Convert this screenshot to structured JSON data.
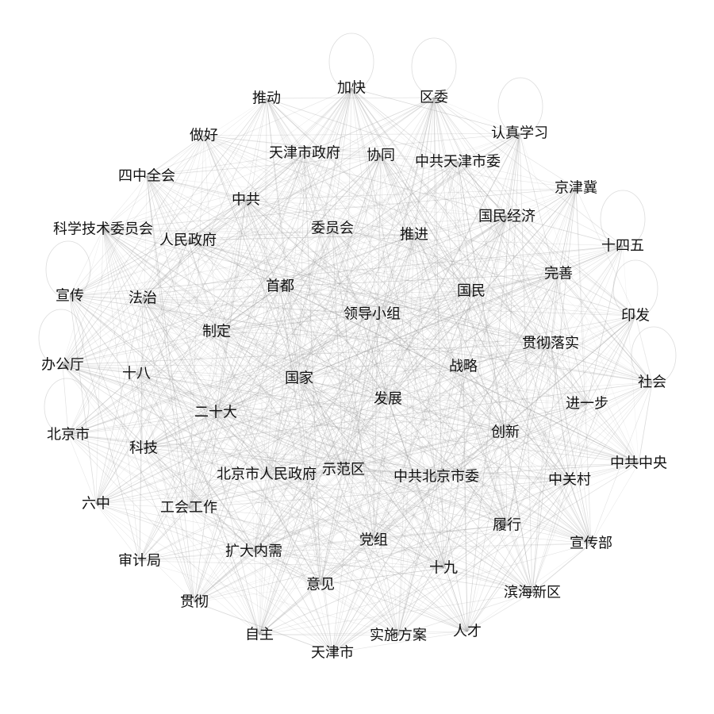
{
  "graph": {
    "edge_color": "#9a9a9a",
    "label_color": "#111111",
    "background": "#ffffff",
    "nodes": [
      {
        "id": "jiakuai",
        "label": "加快",
        "self_loop": true
      },
      {
        "id": "quwei",
        "label": "区委",
        "self_loop": true
      },
      {
        "id": "renzhenxuexi",
        "label": "认真学习",
        "self_loop": true
      },
      {
        "id": "tuidong",
        "label": "推动"
      },
      {
        "id": "zuohao",
        "label": "做好"
      },
      {
        "id": "tianjinshizhengfu",
        "label": "天津市政府"
      },
      {
        "id": "xietong",
        "label": "协同"
      },
      {
        "id": "zhonggongtianjinshiwei",
        "label": "中共天津市委"
      },
      {
        "id": "sizhongquanhui",
        "label": "四中全会"
      },
      {
        "id": "jingjinji",
        "label": "京津冀"
      },
      {
        "id": "zhonggong",
        "label": "中共"
      },
      {
        "id": "guominjingji",
        "label": "国民经济"
      },
      {
        "id": "kexuejishuweiyuanhui",
        "label": "科学技术委员会"
      },
      {
        "id": "weiyuanhui",
        "label": "委员会"
      },
      {
        "id": "tuijin",
        "label": "推进"
      },
      {
        "id": "renminzhengfu",
        "label": "人民政府"
      },
      {
        "id": "shisiwu",
        "label": "十四五",
        "self_loop": true
      },
      {
        "id": "wanshan",
        "label": "完善"
      },
      {
        "id": "xuanchuan",
        "label": "宣传",
        "self_loop": true
      },
      {
        "id": "fazhi",
        "label": "法治"
      },
      {
        "id": "shoudu",
        "label": "首都"
      },
      {
        "id": "guomin",
        "label": "国民"
      },
      {
        "id": "yinfa",
        "label": "印发",
        "self_loop": true
      },
      {
        "id": "lingdaoxiaozu",
        "label": "领导小组"
      },
      {
        "id": "zhiding",
        "label": "制定"
      },
      {
        "id": "guancheluoshi",
        "label": "贯彻落实"
      },
      {
        "id": "bangongting",
        "label": "办公厅",
        "self_loop": true
      },
      {
        "id": "shiba",
        "label": "十八"
      },
      {
        "id": "zhanlue",
        "label": "战略"
      },
      {
        "id": "shehui",
        "label": "社会",
        "self_loop": true
      },
      {
        "id": "guojia",
        "label": "国家"
      },
      {
        "id": "fazhan",
        "label": "发展"
      },
      {
        "id": "jinyibu",
        "label": "进一步"
      },
      {
        "id": "ershida",
        "label": "二十大"
      },
      {
        "id": "beijingshi",
        "label": "北京市",
        "self_loop": true
      },
      {
        "id": "chuangxin",
        "label": "创新"
      },
      {
        "id": "keji",
        "label": "科技"
      },
      {
        "id": "shifanqu",
        "label": "示范区"
      },
      {
        "id": "zhonggongzhongyang",
        "label": "中共中央"
      },
      {
        "id": "beijingshirenminzhengfu",
        "label": "北京市人民政府"
      },
      {
        "id": "zhonggongbeijingshiwei",
        "label": "中共北京市委"
      },
      {
        "id": "zhongguancun",
        "label": "中关村"
      },
      {
        "id": "liuzhong",
        "label": "六中"
      },
      {
        "id": "gonghuigongzuo",
        "label": "工会工作"
      },
      {
        "id": "lvxing",
        "label": "履行"
      },
      {
        "id": "dangzu",
        "label": "党组"
      },
      {
        "id": "xuanchuanbu",
        "label": "宣传部"
      },
      {
        "id": "shenjiju",
        "label": "审计局"
      },
      {
        "id": "kuodaneixu",
        "label": "扩大内需"
      },
      {
        "id": "shijiu",
        "label": "十九"
      },
      {
        "id": "yijian",
        "label": "意见"
      },
      {
        "id": "binhaixinqu",
        "label": "滨海新区"
      },
      {
        "id": "guanche",
        "label": "贯彻"
      },
      {
        "id": "zizhu",
        "label": "自主"
      },
      {
        "id": "shishifangan",
        "label": "实施方案"
      },
      {
        "id": "rencai",
        "label": "人才"
      },
      {
        "id": "tianjinshi",
        "label": "天津市"
      }
    ]
  }
}
